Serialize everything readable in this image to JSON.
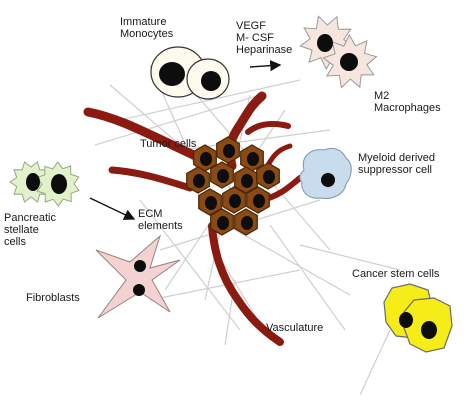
{
  "labels": {
    "immature_monocytes": "Immature\nMonocytes",
    "factors": "VEGF\nM- CSF\nHeparinase",
    "m2_macrophages": "M2\nMacrophages",
    "tumor_cells": "Tumor cells",
    "mdsc": "Myeloid derived\nsuppressor cell",
    "pancreatic_stellate": "Pancreatic\nstellate\ncells",
    "ecm": "ECM\nelements",
    "fibroblasts": "Fibroblasts",
    "cancer_stem": "Cancer stem cells",
    "vasculature": "Vasculature"
  },
  "colors": {
    "vessel": "#8b1a10",
    "tumor_fill": "#8a4a14",
    "tumor_stroke": "#4a2608",
    "macrophage": "#f7e6e0",
    "stellate": "#e2f0cc",
    "mdsc": "#c9dcee",
    "fibroblast": "#f2d2d2",
    "stem": "#f6ec18",
    "ecm_fiber": "#cccccc"
  }
}
